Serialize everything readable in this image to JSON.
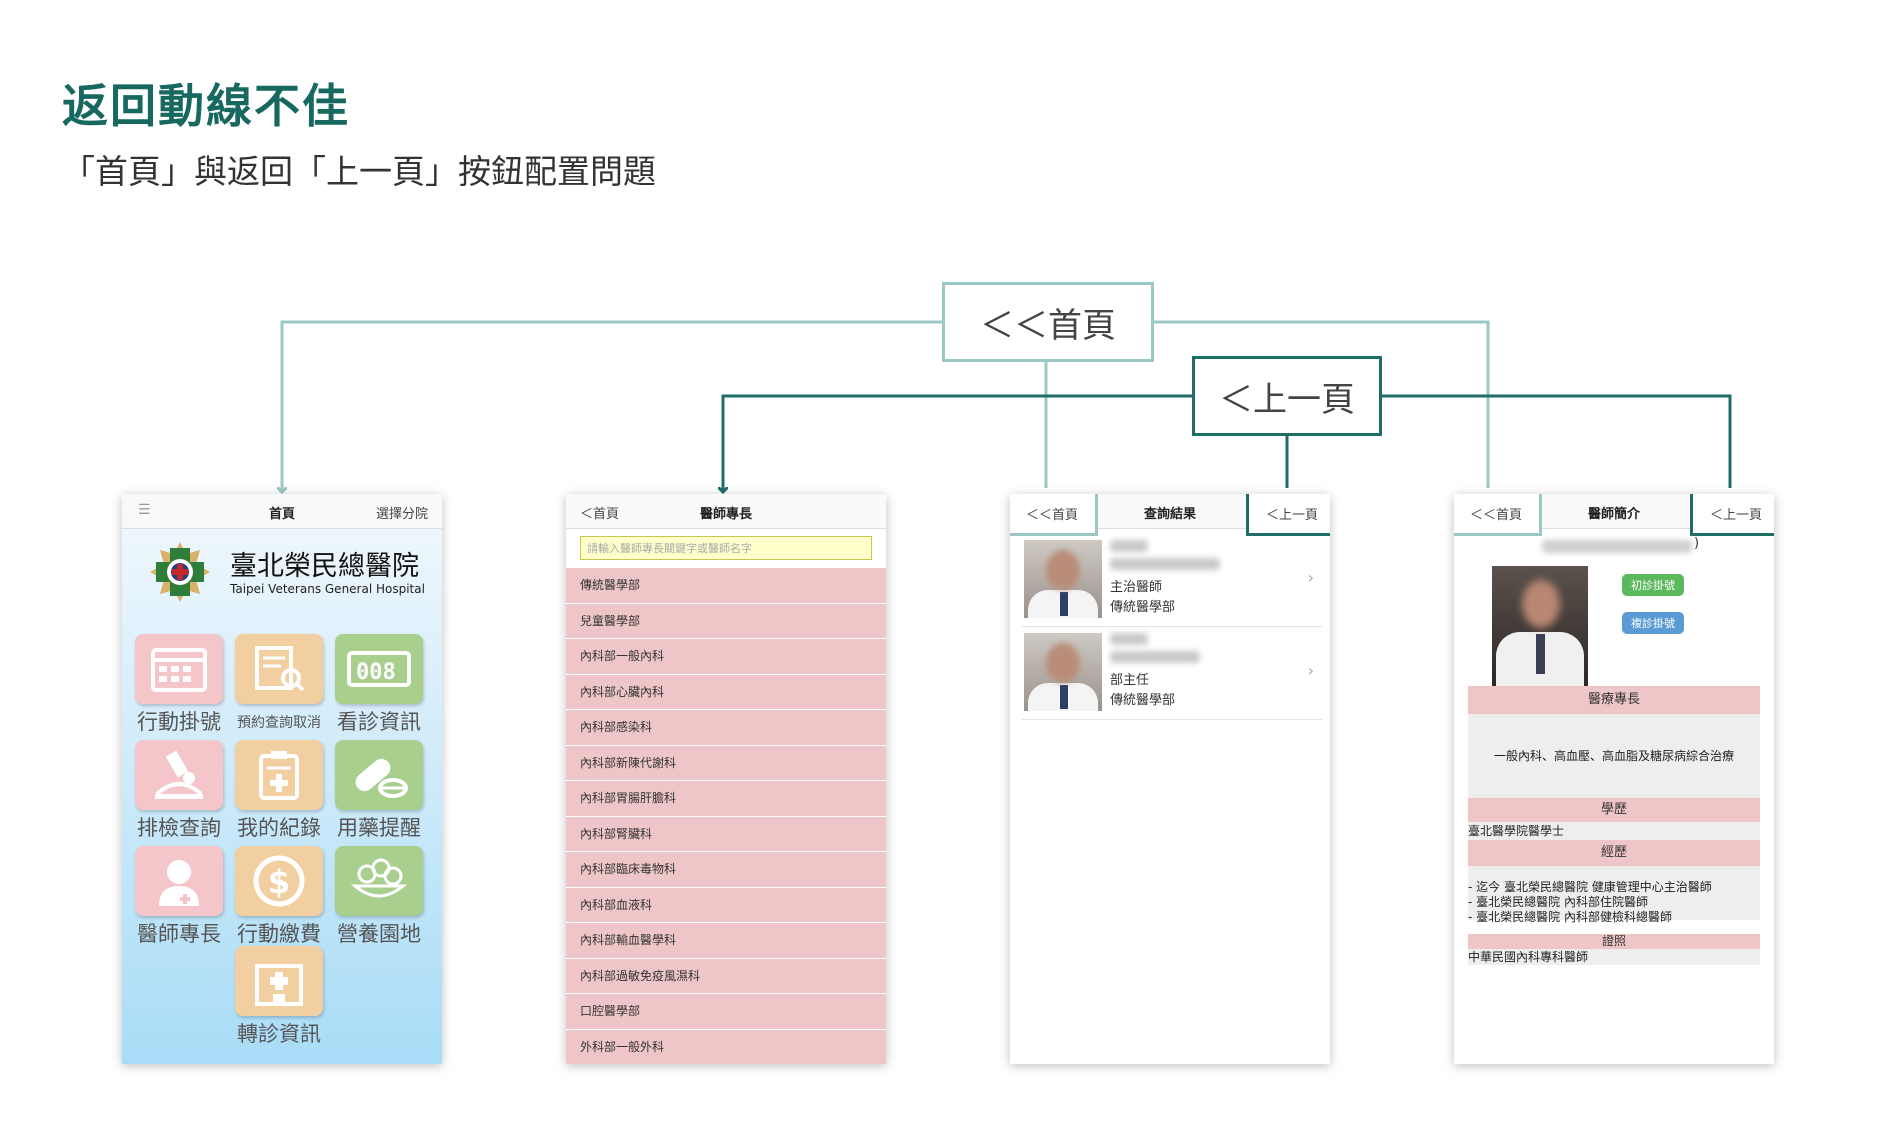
{
  "heading": "返回動線不佳",
  "subheading": "「首頁」與返回「上一頁」按鈕配置問題",
  "callouts": {
    "home": "＜＜首頁",
    "back": "＜上一頁"
  },
  "colors": {
    "heading": "#17685f",
    "home_link": "#9cc8c4",
    "back_link": "#1f6e66",
    "tile_pink": "#f4c6c9",
    "tile_tan": "#f1cfa1",
    "tile_green": "#a8cf8e",
    "list_pink": "#efc6c8"
  },
  "phone1": {
    "menu_icon": "hamburger-icon",
    "title": "首頁",
    "right": "選擇分院",
    "hospital_cn": "臺北榮民總醫院",
    "hospital_en": "Taipei Veterans General Hospital",
    "tiles": [
      {
        "label": "行動掛號",
        "icon": "calendar-icon"
      },
      {
        "label": "預約查詢取消",
        "icon": "search-document-icon"
      },
      {
        "label": "看診資訊",
        "icon": "counter-icon"
      },
      {
        "label": "排檢查詢",
        "icon": "microscope-icon"
      },
      {
        "label": "我的紀錄",
        "icon": "clipboard-icon"
      },
      {
        "label": "用藥提醒",
        "icon": "pill-icon"
      },
      {
        "label": "醫師專長",
        "icon": "doctor-icon"
      },
      {
        "label": "行動繳費",
        "icon": "dollar-icon"
      },
      {
        "label": "營養園地",
        "icon": "food-icon"
      },
      {
        "label": "轉診資訊",
        "icon": "hospital-icon"
      }
    ]
  },
  "phone2": {
    "left": "＜首頁",
    "title": "醫師專長",
    "search_placeholder": "請輸入醫師專長關鍵字或醫師名字",
    "items": [
      "傳統醫學部",
      "兒童醫學部",
      "內科部一般內科",
      "內科部心臟內科",
      "內科部感染科",
      "內科部新陳代謝科",
      "內科部胃腸肝膽科",
      "內科部腎臟科",
      "內科部臨床毒物科",
      "內科部血液科",
      "內科部輸血醫學科",
      "內科部過敏免疫風濕科",
      "口腔醫學部",
      "外科部一般外科"
    ]
  },
  "phone3": {
    "left": "＜＜首頁",
    "title": "查詢結果",
    "right": "＜上一頁",
    "doctors": [
      {
        "role": "主治醫師",
        "dept": "傳統醫學部"
      },
      {
        "role": "部主任",
        "dept": "傳統醫學部"
      }
    ]
  },
  "phone4": {
    "left": "＜＜首頁",
    "title": "醫師簡介",
    "right": "＜上一頁",
    "name_suffix": ")",
    "btn_first": "初診掛號",
    "btn_return": "複診掛號",
    "sec_specialty": "醫療專長",
    "specialty": "一般內科、高血壓、高血脂及糖尿病綜合治療",
    "sec_education": "學歷",
    "education": "臺北醫學院醫學士",
    "sec_experience": "經歷",
    "experience": [
      "- 迄今 臺北榮民總醫院 健康管理中心主治醫師",
      "- 臺北榮民總醫院 內科部住院醫師",
      "- 臺北榮民總醫院 內科部健檢科總醫師"
    ],
    "sec_license": "證照",
    "license": "中華民國內科專科醫師"
  }
}
